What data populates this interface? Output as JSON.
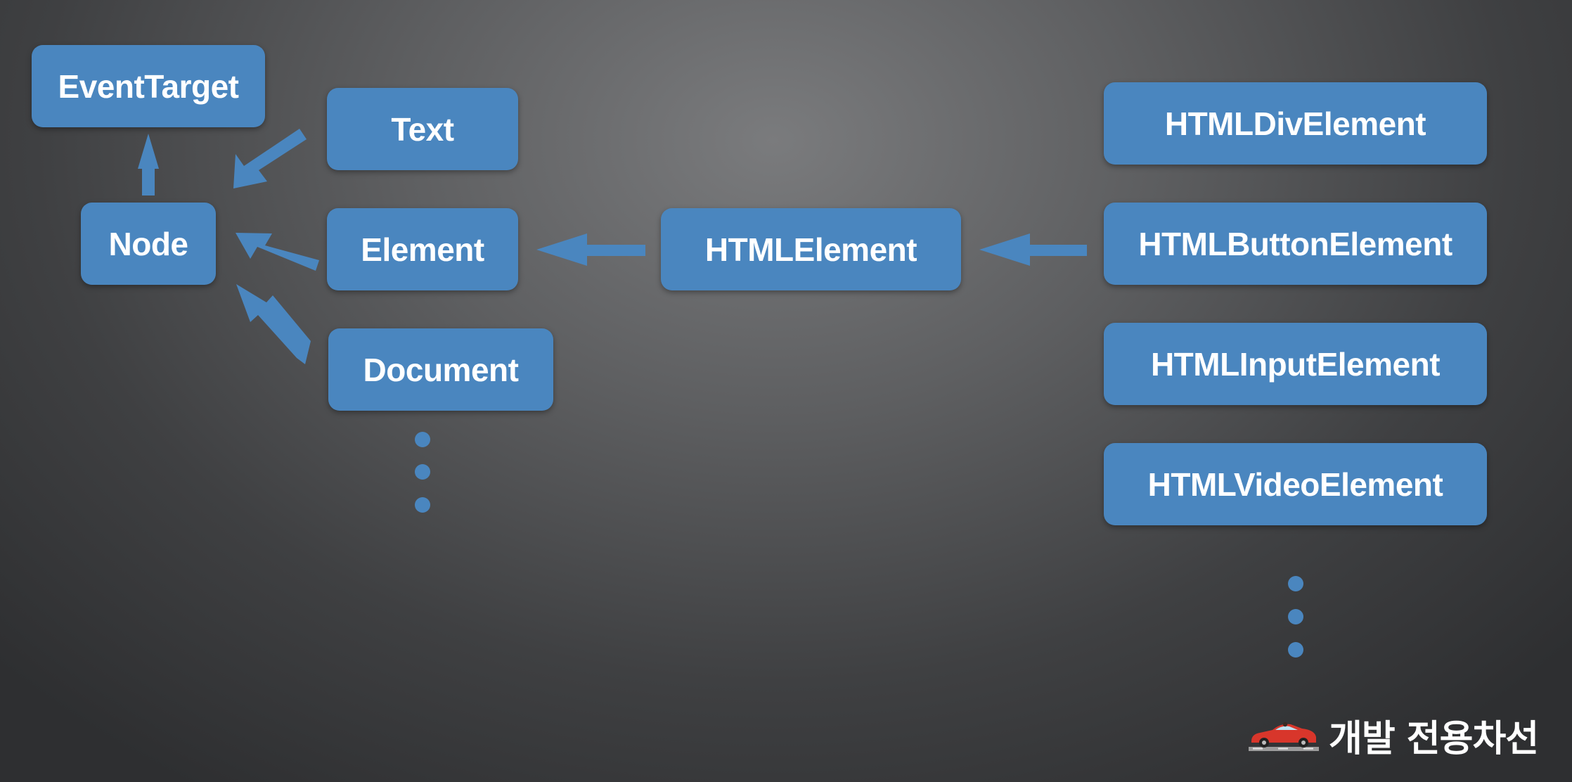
{
  "diagram": {
    "nodes": {
      "event_target": "EventTarget",
      "node": "Node",
      "text": "Text",
      "element": "Element",
      "document": "Document",
      "html_element": "HTMLElement",
      "html_div_element": "HTMLDivElement",
      "html_button_element": "HTMLButtonElement",
      "html_input_element": "HTMLInputElement",
      "html_video_element": "HTMLVideoElement"
    },
    "edges": [
      {
        "from": "node",
        "to": "event_target"
      },
      {
        "from": "text",
        "to": "node"
      },
      {
        "from": "element",
        "to": "node"
      },
      {
        "from": "document",
        "to": "node"
      },
      {
        "from": "html_element",
        "to": "element"
      },
      {
        "from": "html_button_element",
        "to": "html_element"
      }
    ],
    "accent_color": "#4a86bf"
  },
  "branding": {
    "logo_icon": "red-car-icon",
    "text": "개발 전용차선"
  }
}
